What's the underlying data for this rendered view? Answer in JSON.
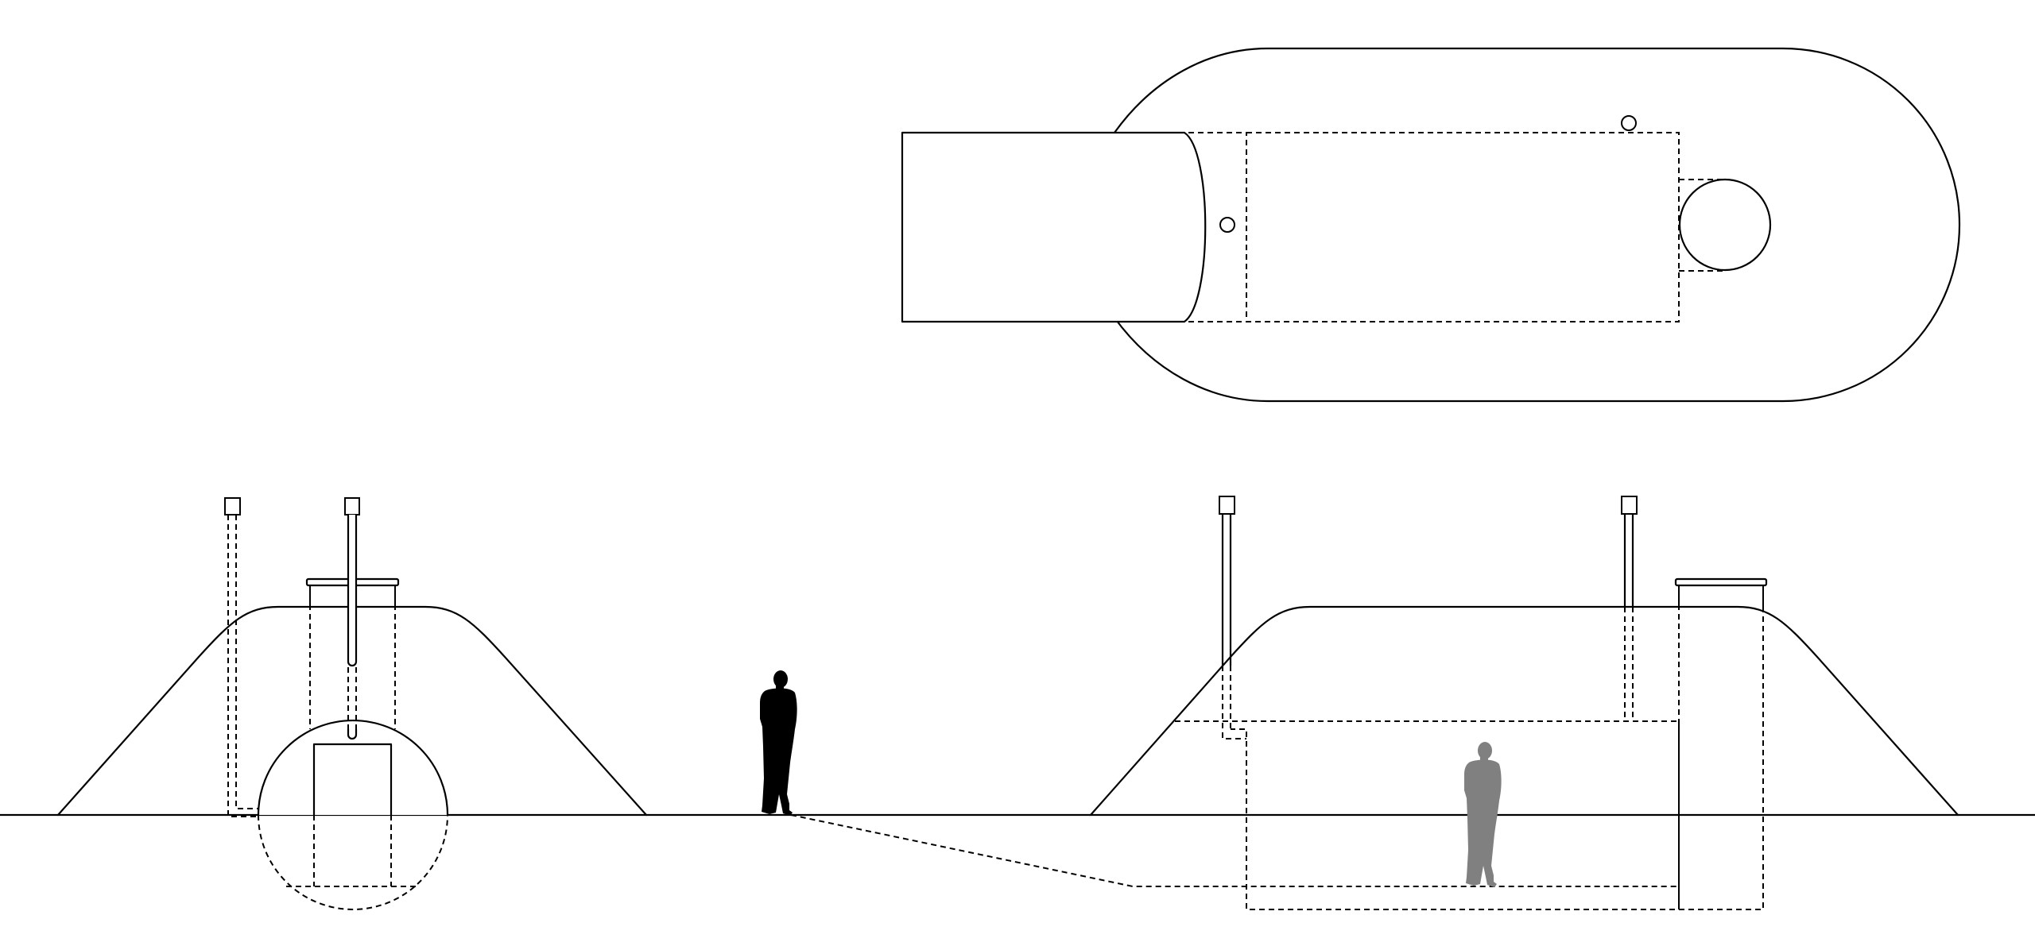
{
  "colors": {
    "background": "#ffffff",
    "line": "#000000",
    "person_outside": "#000000",
    "person_inside": "#808080"
  },
  "views": {
    "plan": "top-plan-view",
    "section_left": "cross-section-view",
    "section_right": "longitudinal-section-view"
  },
  "figures": [
    {
      "name": "standing-person-silhouette",
      "fill": "#000000"
    },
    {
      "name": "standing-person-silhouette-underground",
      "fill": "#808080"
    }
  ]
}
